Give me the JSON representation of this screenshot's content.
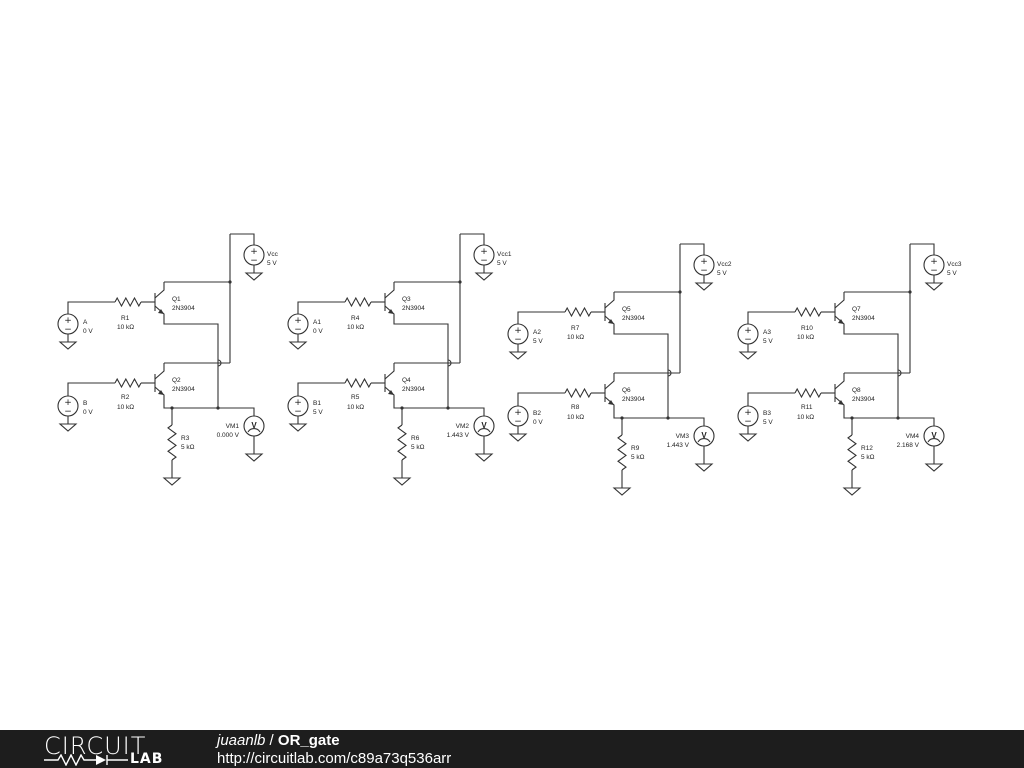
{
  "circuits": [
    {
      "vcc": {
        "name": "Vcc",
        "value": "5 V"
      },
      "src_a": {
        "name": "A",
        "value": "0 V"
      },
      "src_b": {
        "name": "B",
        "value": "0 V"
      },
      "r_a": {
        "name": "R1",
        "value": "10 kΩ"
      },
      "r_b": {
        "name": "R2",
        "value": "10 kΩ"
      },
      "q_a": {
        "name": "Q1",
        "model": "2N3904"
      },
      "q_b": {
        "name": "Q2",
        "model": "2N3904"
      },
      "r_e": {
        "name": "R3",
        "value": "5 kΩ"
      },
      "meter": {
        "name": "VM1",
        "reading": "0.000 V"
      }
    },
    {
      "vcc": {
        "name": "Vcc1",
        "value": "5 V"
      },
      "src_a": {
        "name": "A1",
        "value": "0 V"
      },
      "src_b": {
        "name": "B1",
        "value": "5 V"
      },
      "r_a": {
        "name": "R4",
        "value": "10 kΩ"
      },
      "r_b": {
        "name": "R5",
        "value": "10 kΩ"
      },
      "q_a": {
        "name": "Q3",
        "model": "2N3904"
      },
      "q_b": {
        "name": "Q4",
        "model": "2N3904"
      },
      "r_e": {
        "name": "R6",
        "value": "5 kΩ"
      },
      "meter": {
        "name": "VM2",
        "reading": "1.443 V"
      }
    },
    {
      "vcc": {
        "name": "Vcc2",
        "value": "5 V"
      },
      "src_a": {
        "name": "A2",
        "value": "5 V"
      },
      "src_b": {
        "name": "B2",
        "value": "0 V"
      },
      "r_a": {
        "name": "R7",
        "value": "10 kΩ"
      },
      "r_b": {
        "name": "R8",
        "value": "10 kΩ"
      },
      "q_a": {
        "name": "Q5",
        "model": "2N3904"
      },
      "q_b": {
        "name": "Q6",
        "model": "2N3904"
      },
      "r_e": {
        "name": "R9",
        "value": "5 kΩ"
      },
      "meter": {
        "name": "VM3",
        "reading": "1.443 V"
      }
    },
    {
      "vcc": {
        "name": "Vcc3",
        "value": "5 V"
      },
      "src_a": {
        "name": "A3",
        "value": "5 V"
      },
      "src_b": {
        "name": "B3",
        "value": "5 V"
      },
      "r_a": {
        "name": "R10",
        "value": "10 kΩ"
      },
      "r_b": {
        "name": "R11",
        "value": "10 kΩ"
      },
      "q_a": {
        "name": "Q7",
        "model": "2N3904"
      },
      "q_b": {
        "name": "Q8",
        "model": "2N3904"
      },
      "r_e": {
        "name": "R12",
        "value": "5 kΩ"
      },
      "meter": {
        "name": "VM4",
        "reading": "2.168 V"
      }
    }
  ],
  "symbols": {
    "voltmeter": "V",
    "plus": "+",
    "minus": "−"
  },
  "footer": {
    "logo_top": "CIRCUIT",
    "logo_bottom": "LAB",
    "user": "juaanlb",
    "separator": " / ",
    "project": "OR_gate",
    "url": "http://circuitlab.com/c89a73q536arr"
  },
  "colors": {
    "footer_bg": "#1d1d1d",
    "wire": "#333333",
    "background": "#ffffff"
  }
}
